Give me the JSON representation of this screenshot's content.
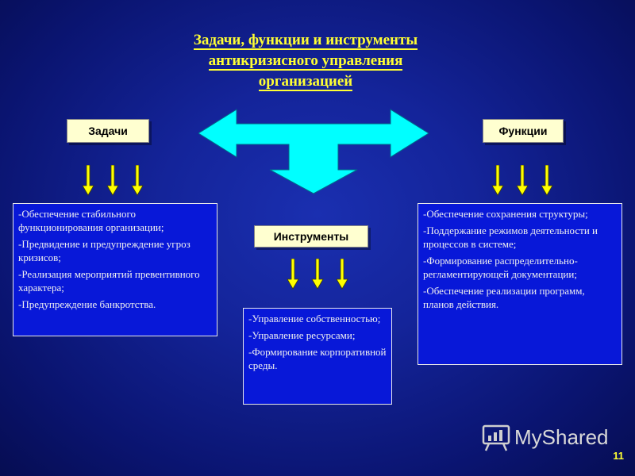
{
  "title": {
    "line1": "Задачи, функции и инструменты",
    "line2": "антикризисного управления",
    "line3": "организацией"
  },
  "tasks": {
    "label": "Задачи",
    "items": [
      "-Обеспечение стабильного функционирования организации;",
      "-Предвидение и предупреждение угроз кризисов;",
      "-Реализация мероприятий превентивного характера;",
      "-Предупреждение банкротства."
    ]
  },
  "functions": {
    "label": "Функции",
    "items": [
      "-Обеспечение сохранения структуры;",
      "-Поддержание режимов деятельности и процессов в системе;",
      "-Формирование распределительно-регламентирующей документации;",
      "-Обеспечение реализации программ, планов действия."
    ]
  },
  "instruments": {
    "label": "Инструменты",
    "items": [
      "-Управление собственностью;",
      "-Управление ресурсами;",
      "-Формирование корпоративной среды."
    ]
  },
  "watermark": "MyShared",
  "page_number": "11",
  "colors": {
    "background": "#14249a",
    "box_fill": "#0818d8",
    "label_fill": "#ffffd0",
    "title": "#ffff33",
    "main_arrow": "#00ffff",
    "small_arrow": "#ffff00"
  }
}
